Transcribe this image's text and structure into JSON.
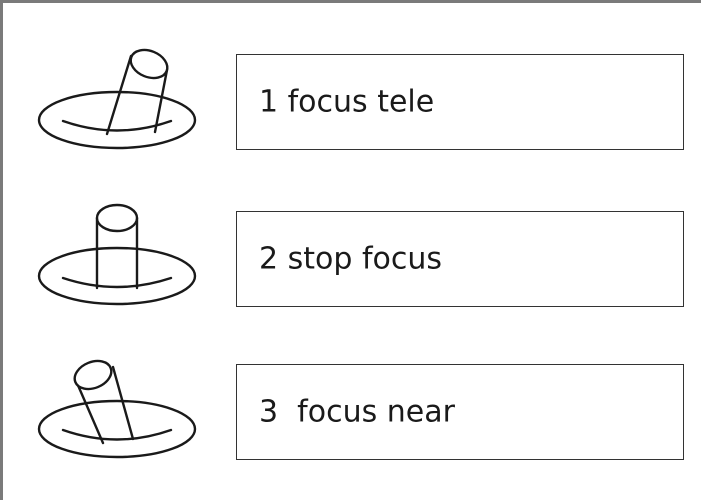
{
  "items": [
    {
      "label": "1 focus tele",
      "icon": "joystick-tilt-right-icon"
    },
    {
      "label": "2 stop focus",
      "icon": "joystick-center-icon"
    },
    {
      "label": "3  focus near",
      "icon": "joystick-tilt-left-icon"
    }
  ]
}
